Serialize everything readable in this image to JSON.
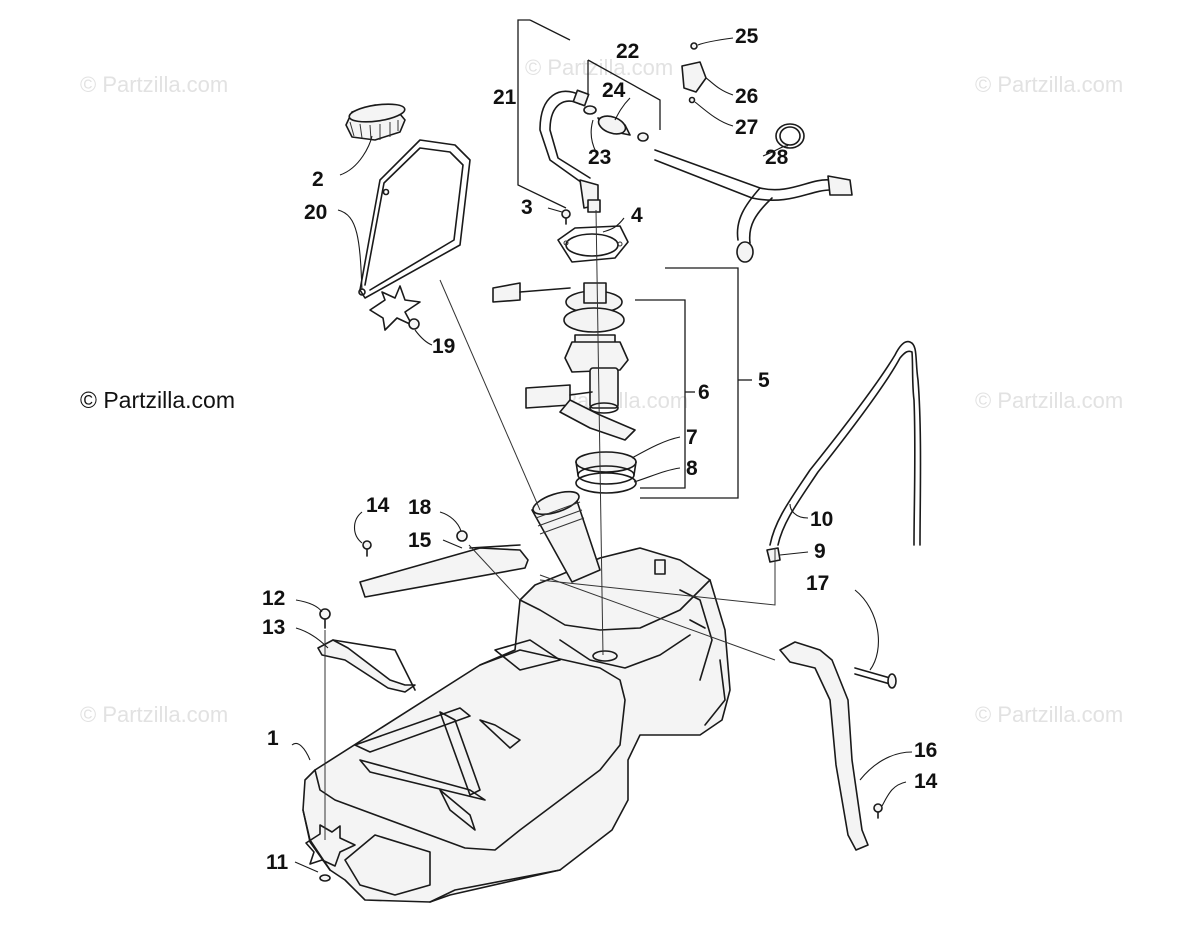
{
  "watermarks": {
    "faint": "© Partzilla.com",
    "main": "© Partzilla.com"
  },
  "callouts": {
    "c1": "1",
    "c2": "2",
    "c3": "3",
    "c4": "4",
    "c5": "5",
    "c6": "6",
    "c7": "7",
    "c8": "8",
    "c9": "9",
    "c10": "10",
    "c11": "11",
    "c12": "12",
    "c13": "13",
    "c14a": "14",
    "c14b": "14",
    "c15": "15",
    "c16": "16",
    "c17": "17",
    "c18": "18",
    "c19": "19",
    "c20": "20",
    "c21": "21",
    "c22": "22",
    "c23": "23",
    "c24": "24",
    "c25": "25",
    "c26": "26",
    "c27": "27",
    "c28": "28"
  }
}
